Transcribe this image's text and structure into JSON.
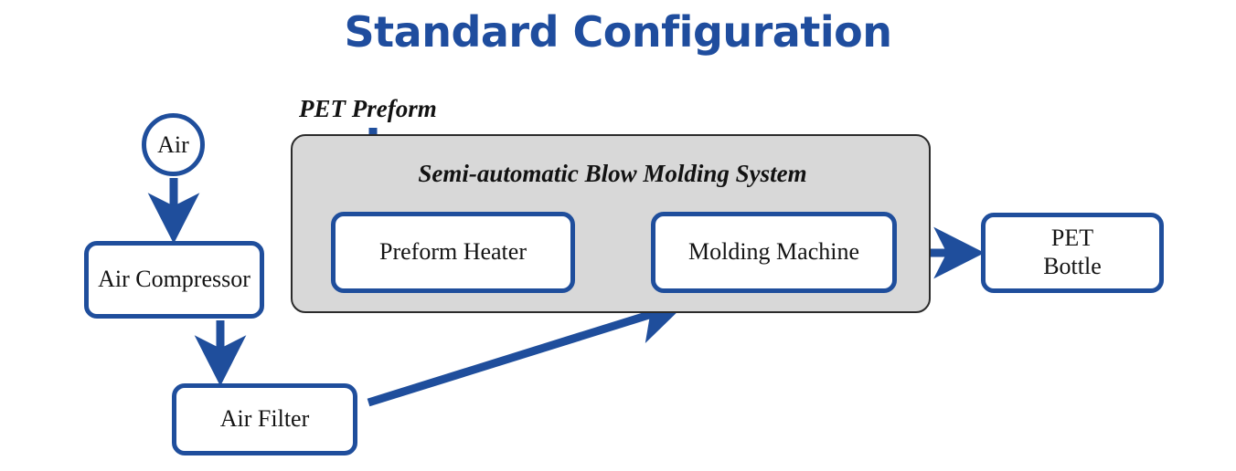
{
  "title": "Standard Configuration",
  "colors": {
    "title_blue": "#1F4D9E",
    "node_border_blue": "#1F4E9C",
    "arrow_blue": "#1F4E9C",
    "container_fill": "#D8D8D8",
    "container_border": "#2B2B2B",
    "node_fill": "#FFFFFF",
    "text_black": "#141414",
    "page_background": "#FFFFFF"
  },
  "diagram": {
    "type": "flowchart",
    "nodes": [
      {
        "id": "air",
        "label": "Air",
        "shape": "circle"
      },
      {
        "id": "air-compressor",
        "label": "Air Compressor",
        "shape": "rounded-rect"
      },
      {
        "id": "air-filter",
        "label": "Air Filter",
        "shape": "rounded-rect"
      },
      {
        "id": "preform-heater",
        "label": "Preform Heater",
        "shape": "rounded-rect"
      },
      {
        "id": "molding-machine",
        "label": "Molding Machine",
        "shape": "rounded-rect"
      },
      {
        "id": "pet-bottle",
        "label": "PET Bottle",
        "label_line1": "PET",
        "label_line2": "Bottle",
        "shape": "rounded-rect"
      }
    ],
    "container": {
      "id": "semi-automatic-blow-molding-system",
      "label": "Semi-automatic Blow Molding System",
      "contains": [
        "preform-heater",
        "molding-machine"
      ]
    },
    "external_inputs": [
      {
        "id": "pet-preform",
        "label": "PET Preform",
        "target": "preform-heater"
      }
    ],
    "edges": [
      {
        "from": "air",
        "to": "air-compressor",
        "style": "arrow-down"
      },
      {
        "from": "air-compressor",
        "to": "air-filter",
        "style": "arrow-down"
      },
      {
        "from": "air-filter",
        "to": "molding-machine",
        "style": "arrow-diagonal"
      },
      {
        "from": "pet-preform",
        "to": "preform-heater",
        "style": "arrow-down"
      },
      {
        "from": "preform-heater",
        "to": "molding-machine",
        "style": "arrow-right"
      },
      {
        "from": "molding-machine",
        "to": "pet-bottle",
        "style": "arrow-right"
      }
    ]
  }
}
